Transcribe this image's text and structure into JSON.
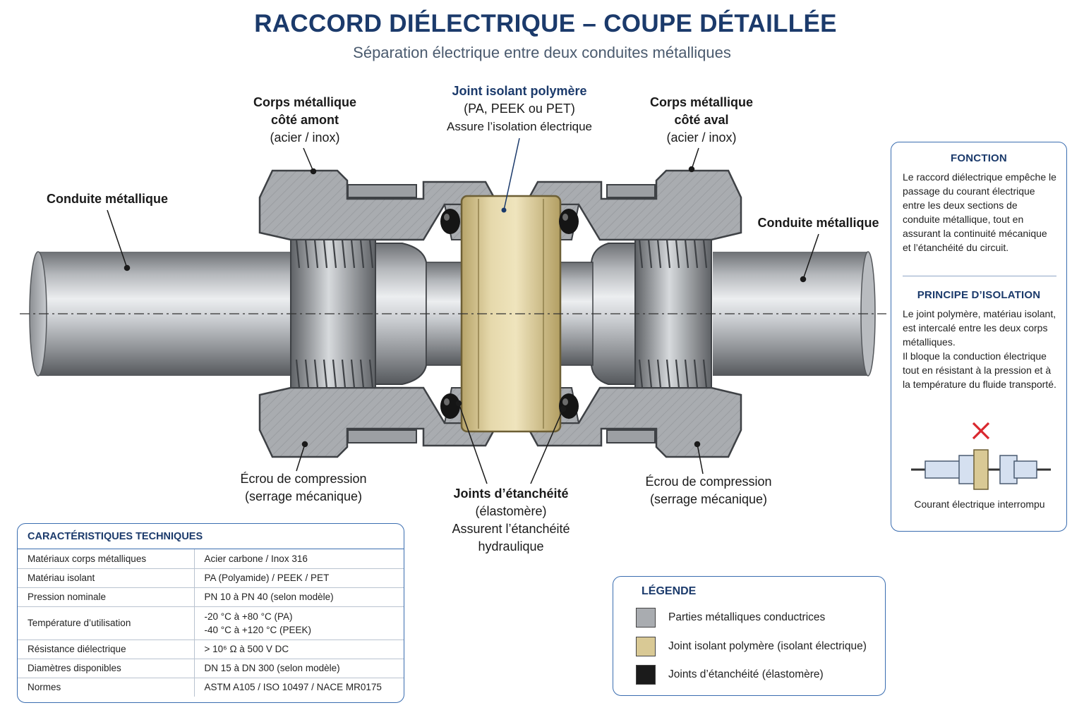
{
  "title": "RACCORD DIÉLECTRIQUE – COUPE DÉTAILLÉE",
  "subtitle": "Séparation électrique entre deux conduites métalliques",
  "labels": {
    "pipe_left": "Conduite métallique",
    "pipe_right": "Conduite métallique",
    "body_up_l1": "Corps métallique",
    "body_up_l2": "côté amont",
    "body_up_l3": "(acier / inox)",
    "body_down_l1": "Corps métallique",
    "body_down_l2": "côté aval",
    "body_down_l3": "(acier / inox)",
    "joint_l1": "Joint isolant polymère",
    "joint_l2": "(PA, PEEK ou PET)",
    "joint_l3": "Assure l’isolation électrique",
    "nut_left_l1": "Écrou de compression",
    "nut_left_l2": "(serrage mécanique)",
    "nut_right_l1": "Écrou de compression",
    "nut_right_l2": "(serrage mécanique)",
    "seals_l1": "Joints d’étanchéité",
    "seals_l2": "(élastomère)",
    "seals_l3": "Assurent l’étanchéité",
    "seals_l4": "hydraulique"
  },
  "side_panel": {
    "fonction_title": "FONCTION",
    "fonction_text": "Le raccord diélectrique empêche le passage du courant électrique entre les deux sections de conduite métallique, tout en assurant la continuité mécanique et l’étanchéité du circuit.",
    "principe_title": "PRINCIPE D’ISOLATION",
    "principe_text_1": "Le joint polymère, matériau isolant, est intercalé entre les deux corps métalliques.",
    "principe_text_2": "Il bloque la conduction électrique tout en résistant à la pression et à la température du fluide transporté.",
    "caption": "Courant électrique interrompu"
  },
  "specs": {
    "title": "CARACTÉRISTIQUES TECHNIQUES",
    "rows": [
      {
        "key": "Matériaux corps métalliques",
        "v1": "Acier carbone / Inox 316",
        "v2": ""
      },
      {
        "key": "Matériau isolant",
        "v1": "PA (Polyamide) / PEEK / PET",
        "v2": ""
      },
      {
        "key": "Pression nominale",
        "v1": "PN 10 à PN 40 (selon modèle)",
        "v2": ""
      },
      {
        "key": "Température d’utilisation",
        "v1": "-20 °C à +80 °C (PA)",
        "v2": "-40 °C à +120 °C (PEEK)"
      },
      {
        "key": "Résistance diélectrique",
        "v1": "> 10⁶ Ω à 500 V DC",
        "v2": ""
      },
      {
        "key": "Diamètres disponibles",
        "v1": "DN 15 à DN 300 (selon modèle)",
        "v2": ""
      },
      {
        "key": "Normes",
        "v1": "ASTM A105 / ISO 10497 / NACE MR0175",
        "v2": ""
      }
    ]
  },
  "legend": {
    "title": "LÉGENDE",
    "items": [
      {
        "label": "Parties métalliques conductrices",
        "color": "#a9acb0"
      },
      {
        "label": "Joint isolant polymère (isolant électrique)",
        "color": "#d9c995"
      },
      {
        "label": "Joints d’étanchéité (élastomère)",
        "color": "#1b1b1b"
      }
    ]
  },
  "colors": {
    "navy": "#1b3a6b",
    "panel_border": "#3a6db0",
    "metal": "#a9acb0",
    "polymer": "#d9c995",
    "elastomer": "#1b1b1b",
    "cross": "#d9272e"
  }
}
